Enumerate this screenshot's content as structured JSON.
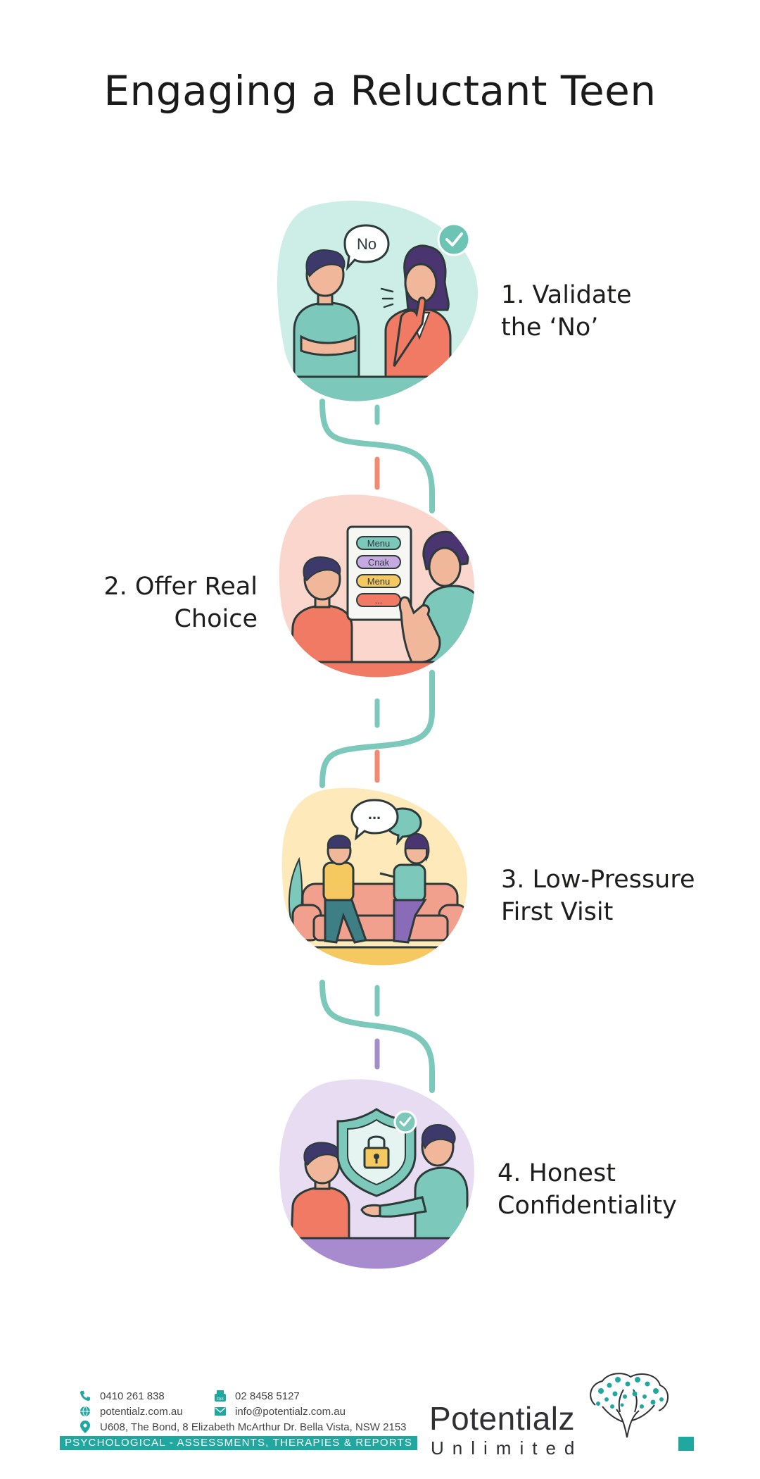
{
  "title": "Engaging a Reluctant Teen",
  "steps": [
    {
      "line1": "1. Validate",
      "line2": "the ‘No’",
      "speech": "No"
    },
    {
      "line1": "2. Offer Real",
      "line2": "Choice",
      "menu": [
        "Menu",
        "Cnak",
        "Menu",
        "..."
      ]
    },
    {
      "line1": "3. Low-Pressure",
      "line2": "First Visit",
      "speech": "..."
    },
    {
      "line1": "4. Honest",
      "line2": "Confidentiality"
    }
  ],
  "footer": {
    "phone": "0410  261 838",
    "fax_label": "FAX",
    "fax": "02 8458 5127",
    "website": "potentialz.com.au",
    "email": "info@potentialz.com.au",
    "address": "U608, The Bond, 8 Elizabeth McArthur Dr. Bella Vista, NSW 2153",
    "banner": "PSYCHOLOGICAL - ASSESSMENTS, THERAPIES & REPORTS",
    "brand_name": "Potentialz",
    "brand_sub": "Unlimited"
  },
  "colors": {
    "teal": "#6cc4b4",
    "coral": "#f07a63",
    "yellow": "#f5c860",
    "purple": "#b39ad6",
    "brand_teal": "#1fa7a0"
  }
}
